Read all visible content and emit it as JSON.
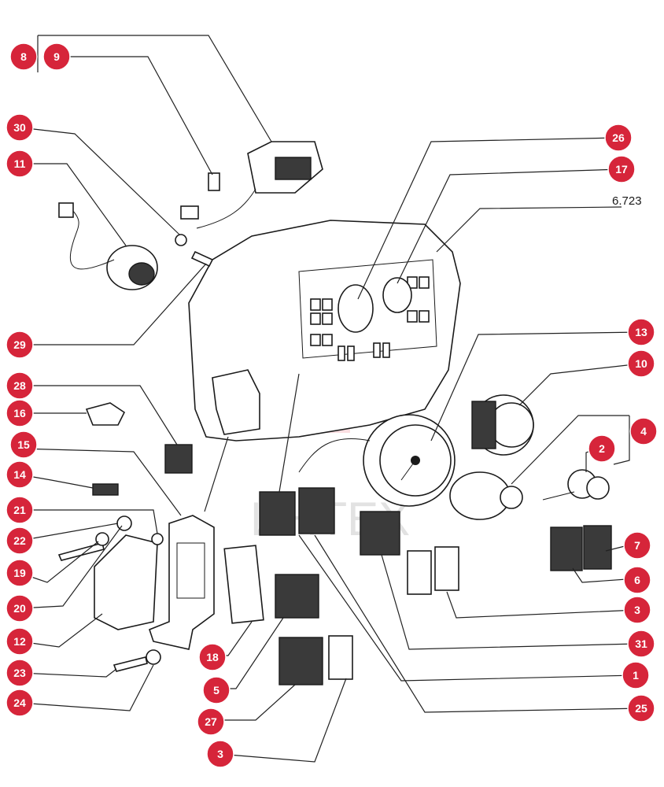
{
  "diagram": {
    "reference_code": "6.723",
    "watermark_text": "ИНТЕХ",
    "colors": {
      "callout": "#d6253a",
      "line": "#1a1a1a",
      "watermark": "#e84c5c"
    },
    "callouts": [
      "8",
      "9",
      "30",
      "11",
      "29",
      "28",
      "16",
      "15",
      "14",
      "21",
      "22",
      "19",
      "20",
      "12",
      "23",
      "24",
      "18",
      "5",
      "27",
      "3",
      "26",
      "17",
      "13",
      "10",
      "4",
      "2",
      "7",
      "6",
      "3",
      "31",
      "1",
      "25"
    ]
  }
}
